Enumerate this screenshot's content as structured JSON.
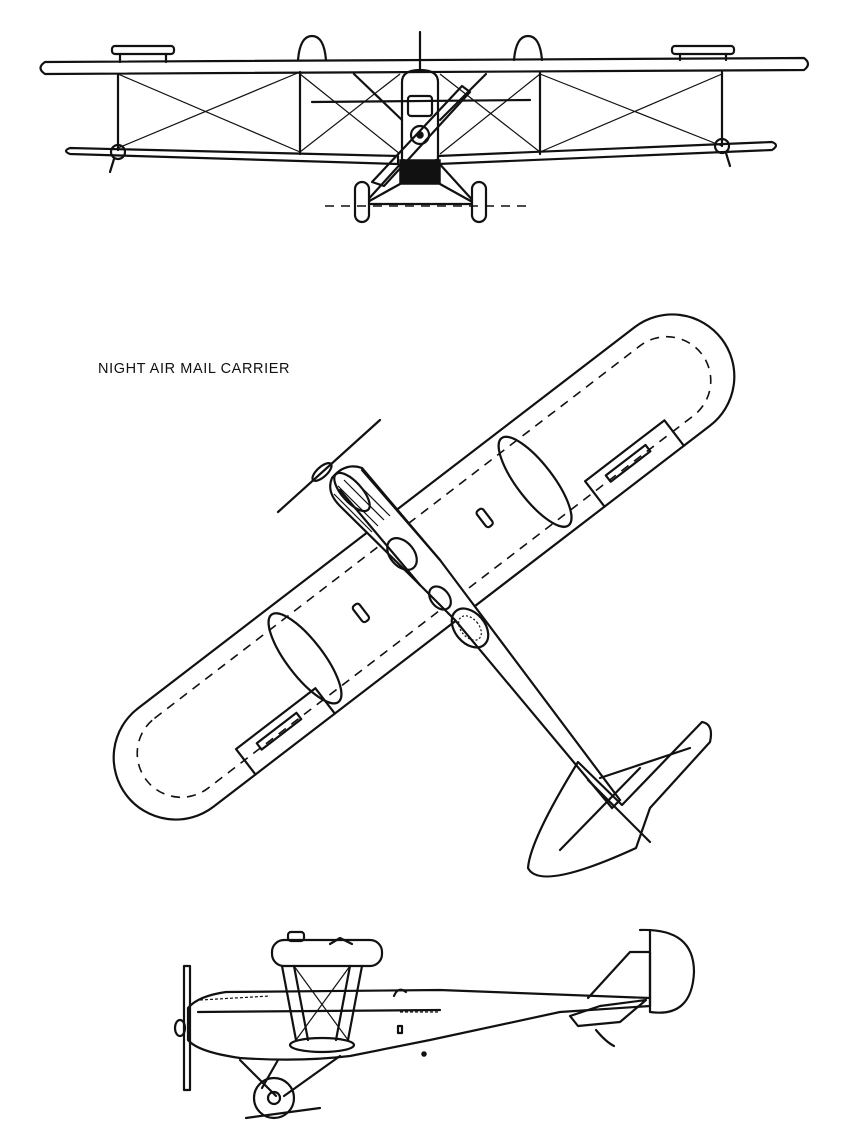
{
  "caption": "NIGHT AIR MAIL CARRIER",
  "colors": {
    "ink": "#111111",
    "paper": "#ffffff"
  },
  "views": {
    "front": {
      "name": "front-view"
    },
    "top": {
      "name": "top-view"
    },
    "side": {
      "name": "side-view"
    }
  }
}
